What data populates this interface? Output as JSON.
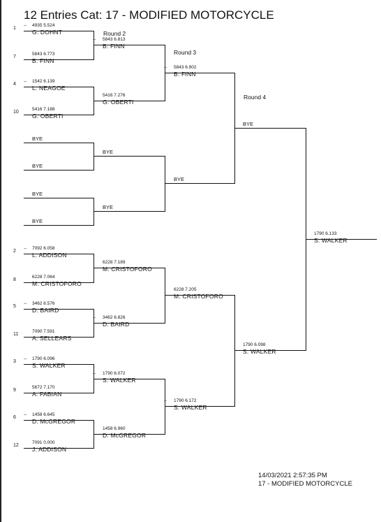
{
  "title": "12 Entries Cat: 17 - MODIFIED MOTORCYCLE",
  "rounds": {
    "r2": "Round 2",
    "r3": "Round 3",
    "r4": "Round 4"
  },
  "dash": "--",
  "bye": "BYE",
  "r1": [
    {
      "seed": "1",
      "stats": "4935 5.524",
      "name": "G. DOHNT",
      "dash": true
    },
    {
      "seed": "7",
      "stats": "5843 6.773",
      "name": "B. FINN",
      "dash": false
    },
    {
      "seed": "4",
      "stats": "1542 6.139",
      "name": "L. NEAGOE",
      "dash": true
    },
    {
      "seed": "10",
      "stats": "5416 7.188",
      "name": "G. OBERTI",
      "dash": false
    },
    {
      "seed": "",
      "stats": "",
      "name": "",
      "dash": false,
      "bye": true
    },
    {
      "seed": "",
      "stats": "",
      "name": "",
      "dash": false,
      "bye": true
    },
    {
      "seed": "",
      "stats": "",
      "name": "",
      "dash": false,
      "bye": true
    },
    {
      "seed": "",
      "stats": "",
      "name": "",
      "dash": false,
      "bye": true
    },
    {
      "seed": "2",
      "stats": "7092 6.058",
      "name": "L. ADDISON",
      "dash": true
    },
    {
      "seed": "8",
      "stats": "6228 7.064",
      "name": "M. CRISTOFORO",
      "dash": false
    },
    {
      "seed": "5",
      "stats": "3462 6.576",
      "name": "D. BAIRD",
      "dash": true
    },
    {
      "seed": "11",
      "stats": "7090 7.591",
      "name": "A. SELLEARS",
      "dash": false
    },
    {
      "seed": "3",
      "stats": "1790 6.096",
      "name": "S. WALKER",
      "dash": true
    },
    {
      "seed": "9",
      "stats": "5672 7.170",
      "name": "A. FABIAN",
      "dash": false
    },
    {
      "seed": "6",
      "stats": "1458 6.645",
      "name": "D. McGREGOR",
      "dash": true
    },
    {
      "seed": "12",
      "stats": "7091 0.000",
      "name": "J. ADDISON",
      "dash": false
    }
  ],
  "r2": [
    {
      "stats": "5843 6.813",
      "name": "B. FINN",
      "dash": true
    },
    {
      "stats": "5416 7.276",
      "name": "G. OBERTI",
      "dash": false
    },
    {
      "stats": "",
      "name": "",
      "dash": false,
      "bye": true
    },
    {
      "stats": "",
      "name": "",
      "dash": false,
      "bye": true
    },
    {
      "stats": "6228 7.189",
      "name": "M. CRISTOFORO",
      "dash": false
    },
    {
      "stats": "3462 6.826",
      "name": "D. BAIRD",
      "dash": true
    },
    {
      "stats": "1790 6.072",
      "name": "S. WALKER",
      "dash": true
    },
    {
      "stats": "1458 6.960",
      "name": "D. McGREGOR",
      "dash": false
    }
  ],
  "r3": [
    {
      "stats": "5843 6.902",
      "name": "B. FINN",
      "dash": true
    },
    {
      "stats": "",
      "name": "",
      "dash": false,
      "bye": true
    },
    {
      "stats": "6228 7.205",
      "name": "M. CRISTOFORO",
      "dash": false
    },
    {
      "stats": "1790 6.172",
      "name": "S. WALKER",
      "dash": true
    }
  ],
  "r4": [
    {
      "stats": "",
      "name": "",
      "dash": false,
      "bye": true
    },
    {
      "stats": "1790 6.098",
      "name": "S. WALKER",
      "dash": false
    }
  ],
  "final": {
    "stats": "1790 6.133",
    "name": "S. WALKER"
  },
  "footer": {
    "timestamp": "14/03/2021 2:57:35 PM",
    "category": "17 - MODIFIED MOTORCYCLE"
  }
}
